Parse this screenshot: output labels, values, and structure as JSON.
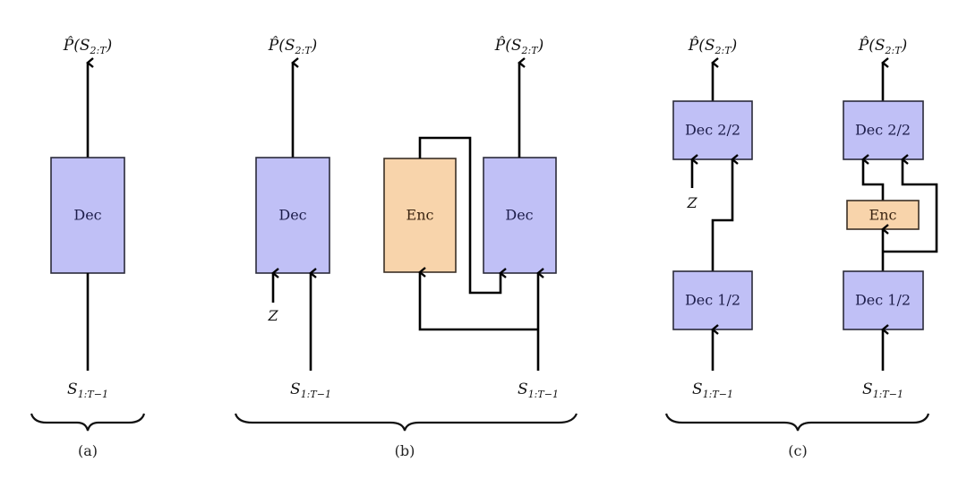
{
  "diagram": {
    "output_label": {
      "main": "P̂(S",
      "sub": "2:T",
      "close": ")"
    },
    "input_label": {
      "main": "S",
      "sub": "1:T−1"
    },
    "latent_label": "Z",
    "panels": [
      {
        "id": "a",
        "caption": "(a)",
        "blocks": [
          {
            "label": "Dec",
            "kind": "decoder"
          }
        ]
      },
      {
        "id": "b",
        "caption": "(b)",
        "blocks": [
          {
            "label": "Dec",
            "kind": "decoder"
          },
          {
            "label": "Enc",
            "kind": "encoder"
          },
          {
            "label": "Dec",
            "kind": "decoder"
          }
        ]
      },
      {
        "id": "c",
        "caption": "(c)",
        "blocks": [
          {
            "label": "Dec 2/2",
            "kind": "decoder"
          },
          {
            "label": "Dec 1/2",
            "kind": "decoder"
          },
          {
            "label": "Dec 2/2",
            "kind": "decoder"
          },
          {
            "label": "Enc",
            "kind": "encoder"
          },
          {
            "label": "Dec 1/2",
            "kind": "decoder"
          }
        ]
      }
    ],
    "colors": {
      "decoder": "#c0c0f6",
      "encoder": "#f8d4ab",
      "line": "#000000"
    }
  }
}
